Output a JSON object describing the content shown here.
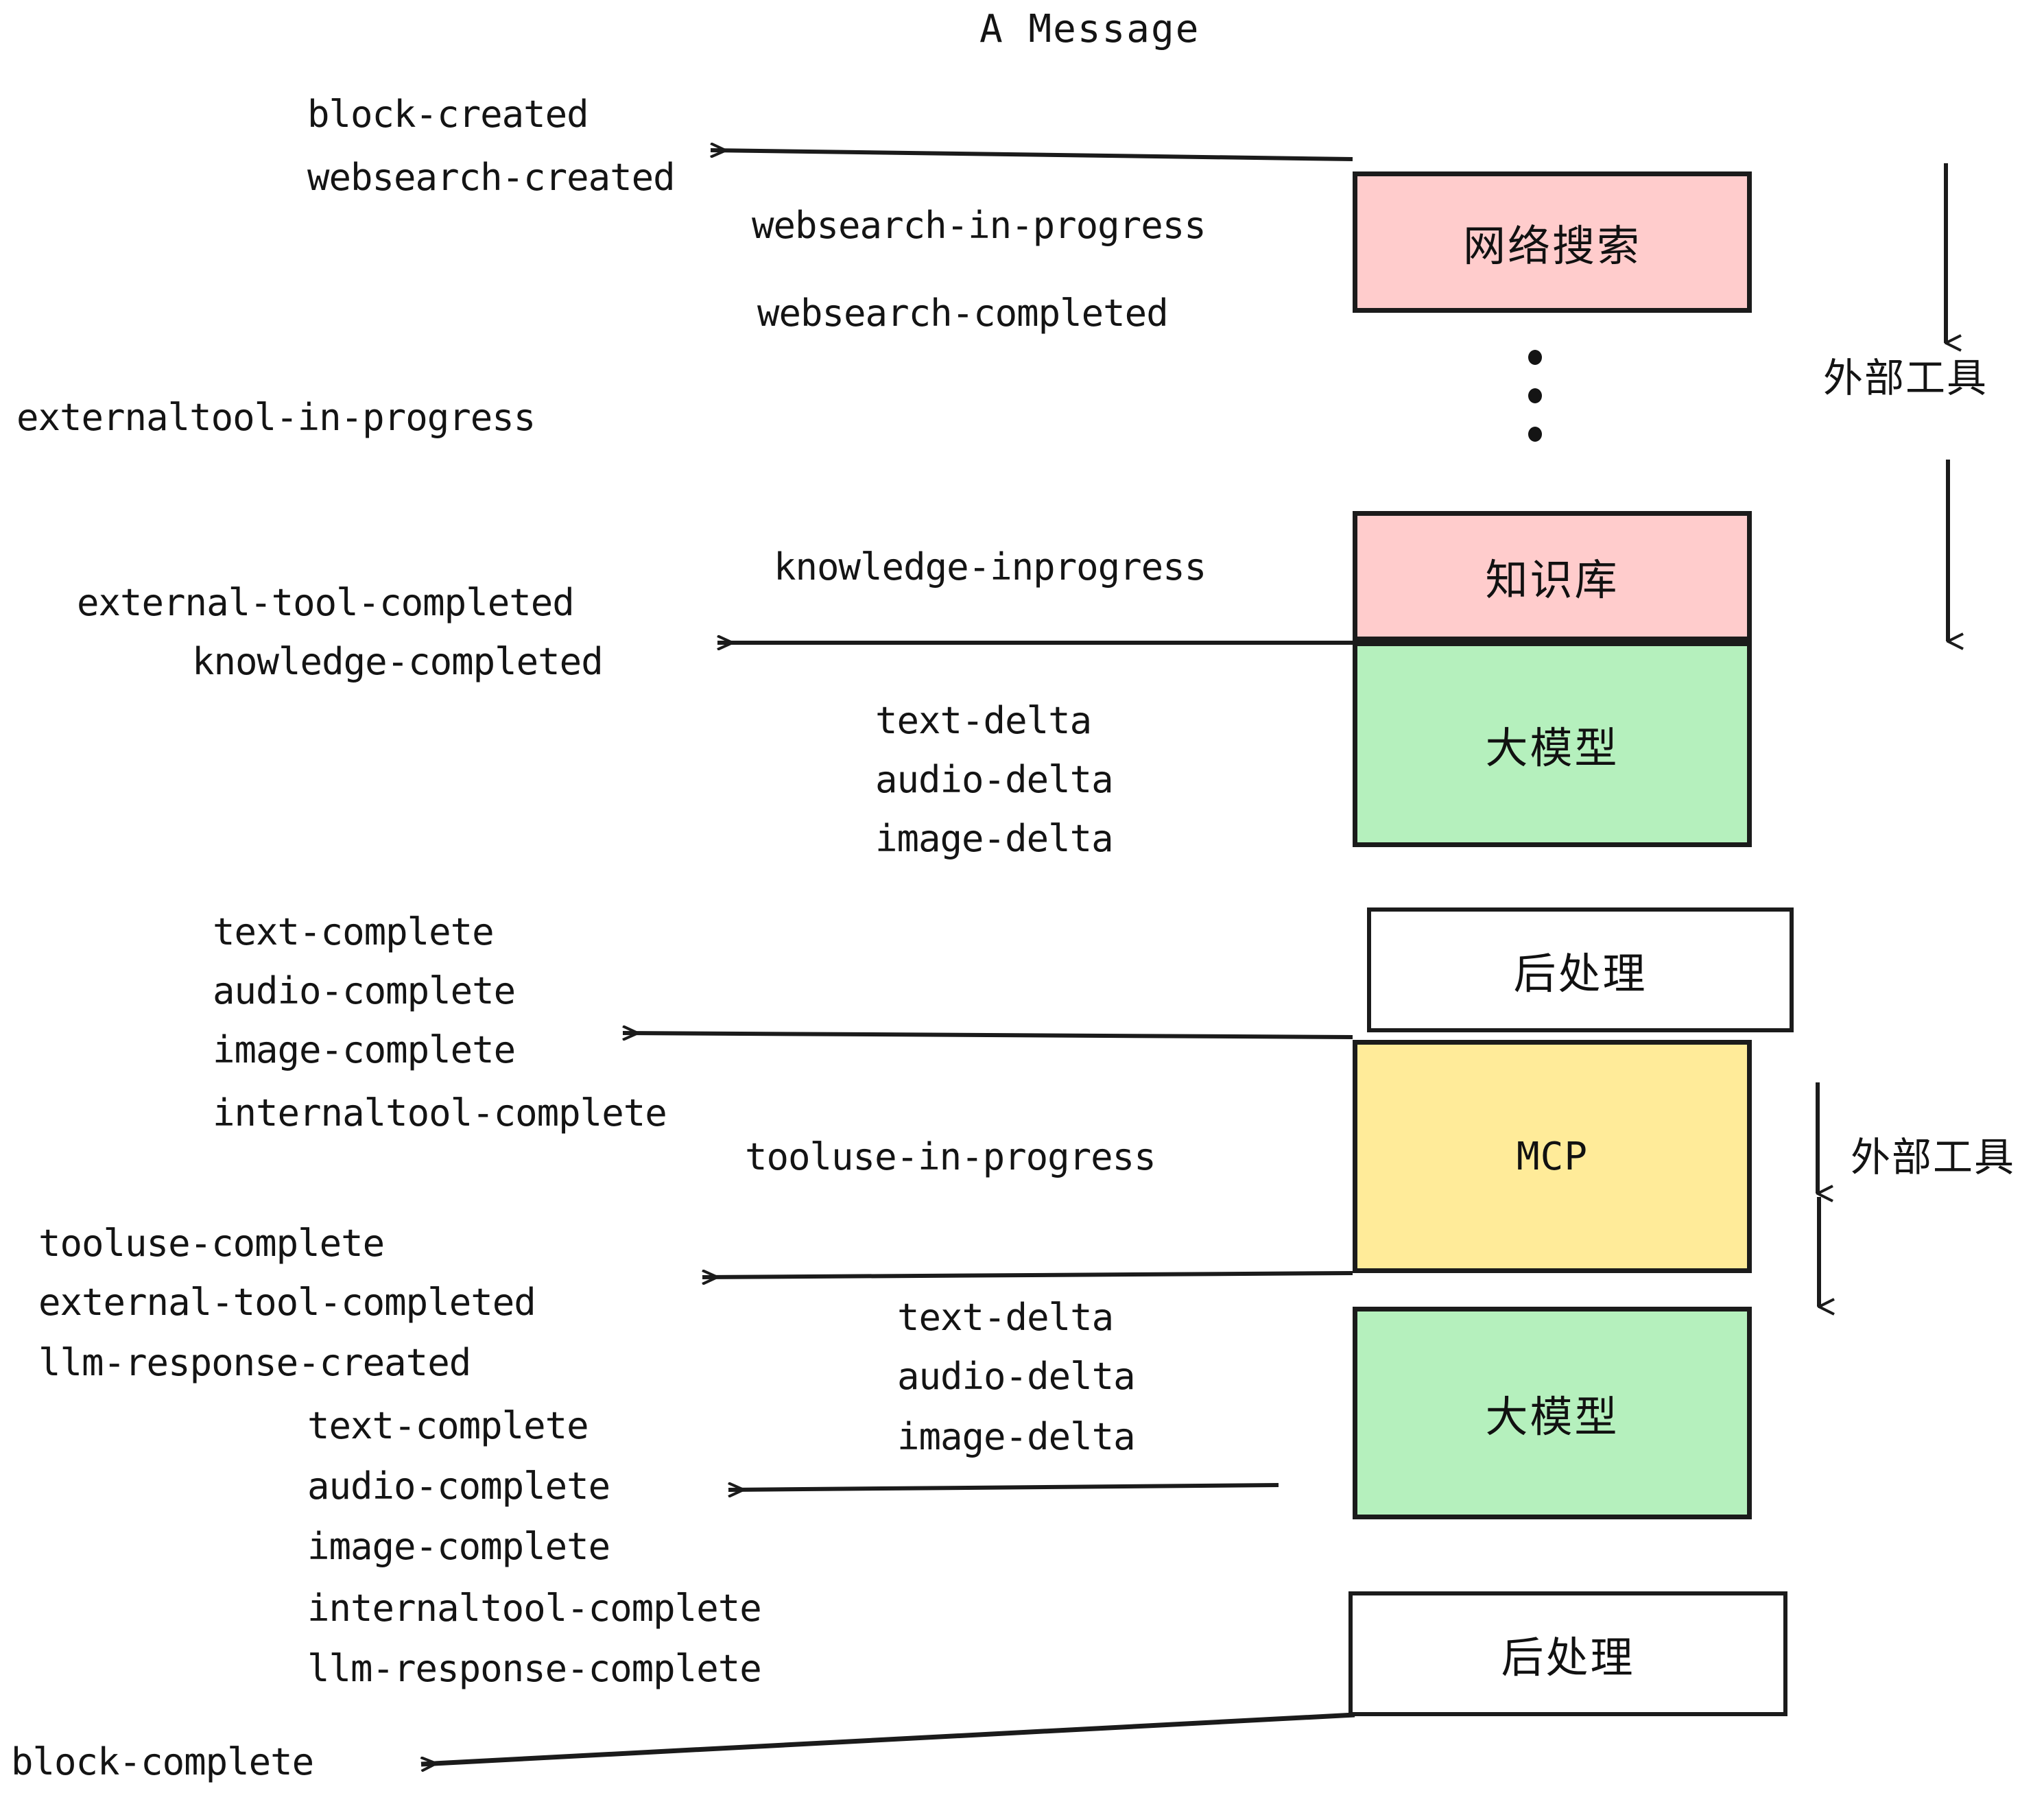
{
  "title": "A Message",
  "boxes": [
    {
      "id": "websearch",
      "label": "网络搜索",
      "color": "#FFCCCC"
    },
    {
      "id": "knowledge",
      "label": "知识库",
      "color": "#FFCCCC"
    },
    {
      "id": "llm-1",
      "label": "大模型",
      "color": "#B5F0BD"
    },
    {
      "id": "postprocess-1",
      "label": "后处理",
      "color": "#FFFFFF"
    },
    {
      "id": "mcp",
      "label": "MCP",
      "color": "#FFEB99"
    },
    {
      "id": "llm-2",
      "label": "大模型",
      "color": "#B5F0BD"
    },
    {
      "id": "postprocess-2",
      "label": "后处理",
      "color": "#FFFFFF"
    }
  ],
  "side_labels": {
    "external_tool_top": "外部工具",
    "external_tool_bottom": "外部工具"
  },
  "events": {
    "block_created": "block-created",
    "websearch_created": "websearch-created",
    "websearch_in_progress": "websearch-in-progress",
    "websearch_completed": "websearch-completed",
    "externaltool_in_progress": "externaltool-in-progress",
    "knowledge_inprogress": "knowledge-inprogress",
    "external_tool_completed_1": "external-tool-completed",
    "knowledge_completed": "knowledge-completed",
    "text_delta_1": "text-delta",
    "audio_delta_1": "audio-delta",
    "image_delta_1": "image-delta",
    "text_complete_1": "text-complete",
    "audio_complete_1": "audio-complete",
    "image_complete_1": "image-complete",
    "internaltool_complete_1": "internaltool-complete",
    "tooluse_in_progress": "tooluse-in-progress",
    "tooluse_complete": "tooluse-complete",
    "external_tool_completed_2": "external-tool-completed",
    "llm_response_created": "llm-response-created",
    "text_delta_2": "text-delta",
    "audio_delta_2": "audio-delta",
    "image_delta_2": "image-delta",
    "text_complete_2": "text-complete",
    "audio_complete_2": "audio-complete",
    "image_complete_2": "image-complete",
    "internaltool_complete_2": "internaltool-complete",
    "llm_response_complete": "llm-response-complete",
    "block_complete": "block-complete"
  },
  "colors": {
    "pink": "#FFCCCC",
    "green": "#B5F0BD",
    "yellow": "#FFEB99",
    "white": "#FFFFFF",
    "stroke": "#1b1b1b",
    "background": "#FFFFFF"
  }
}
